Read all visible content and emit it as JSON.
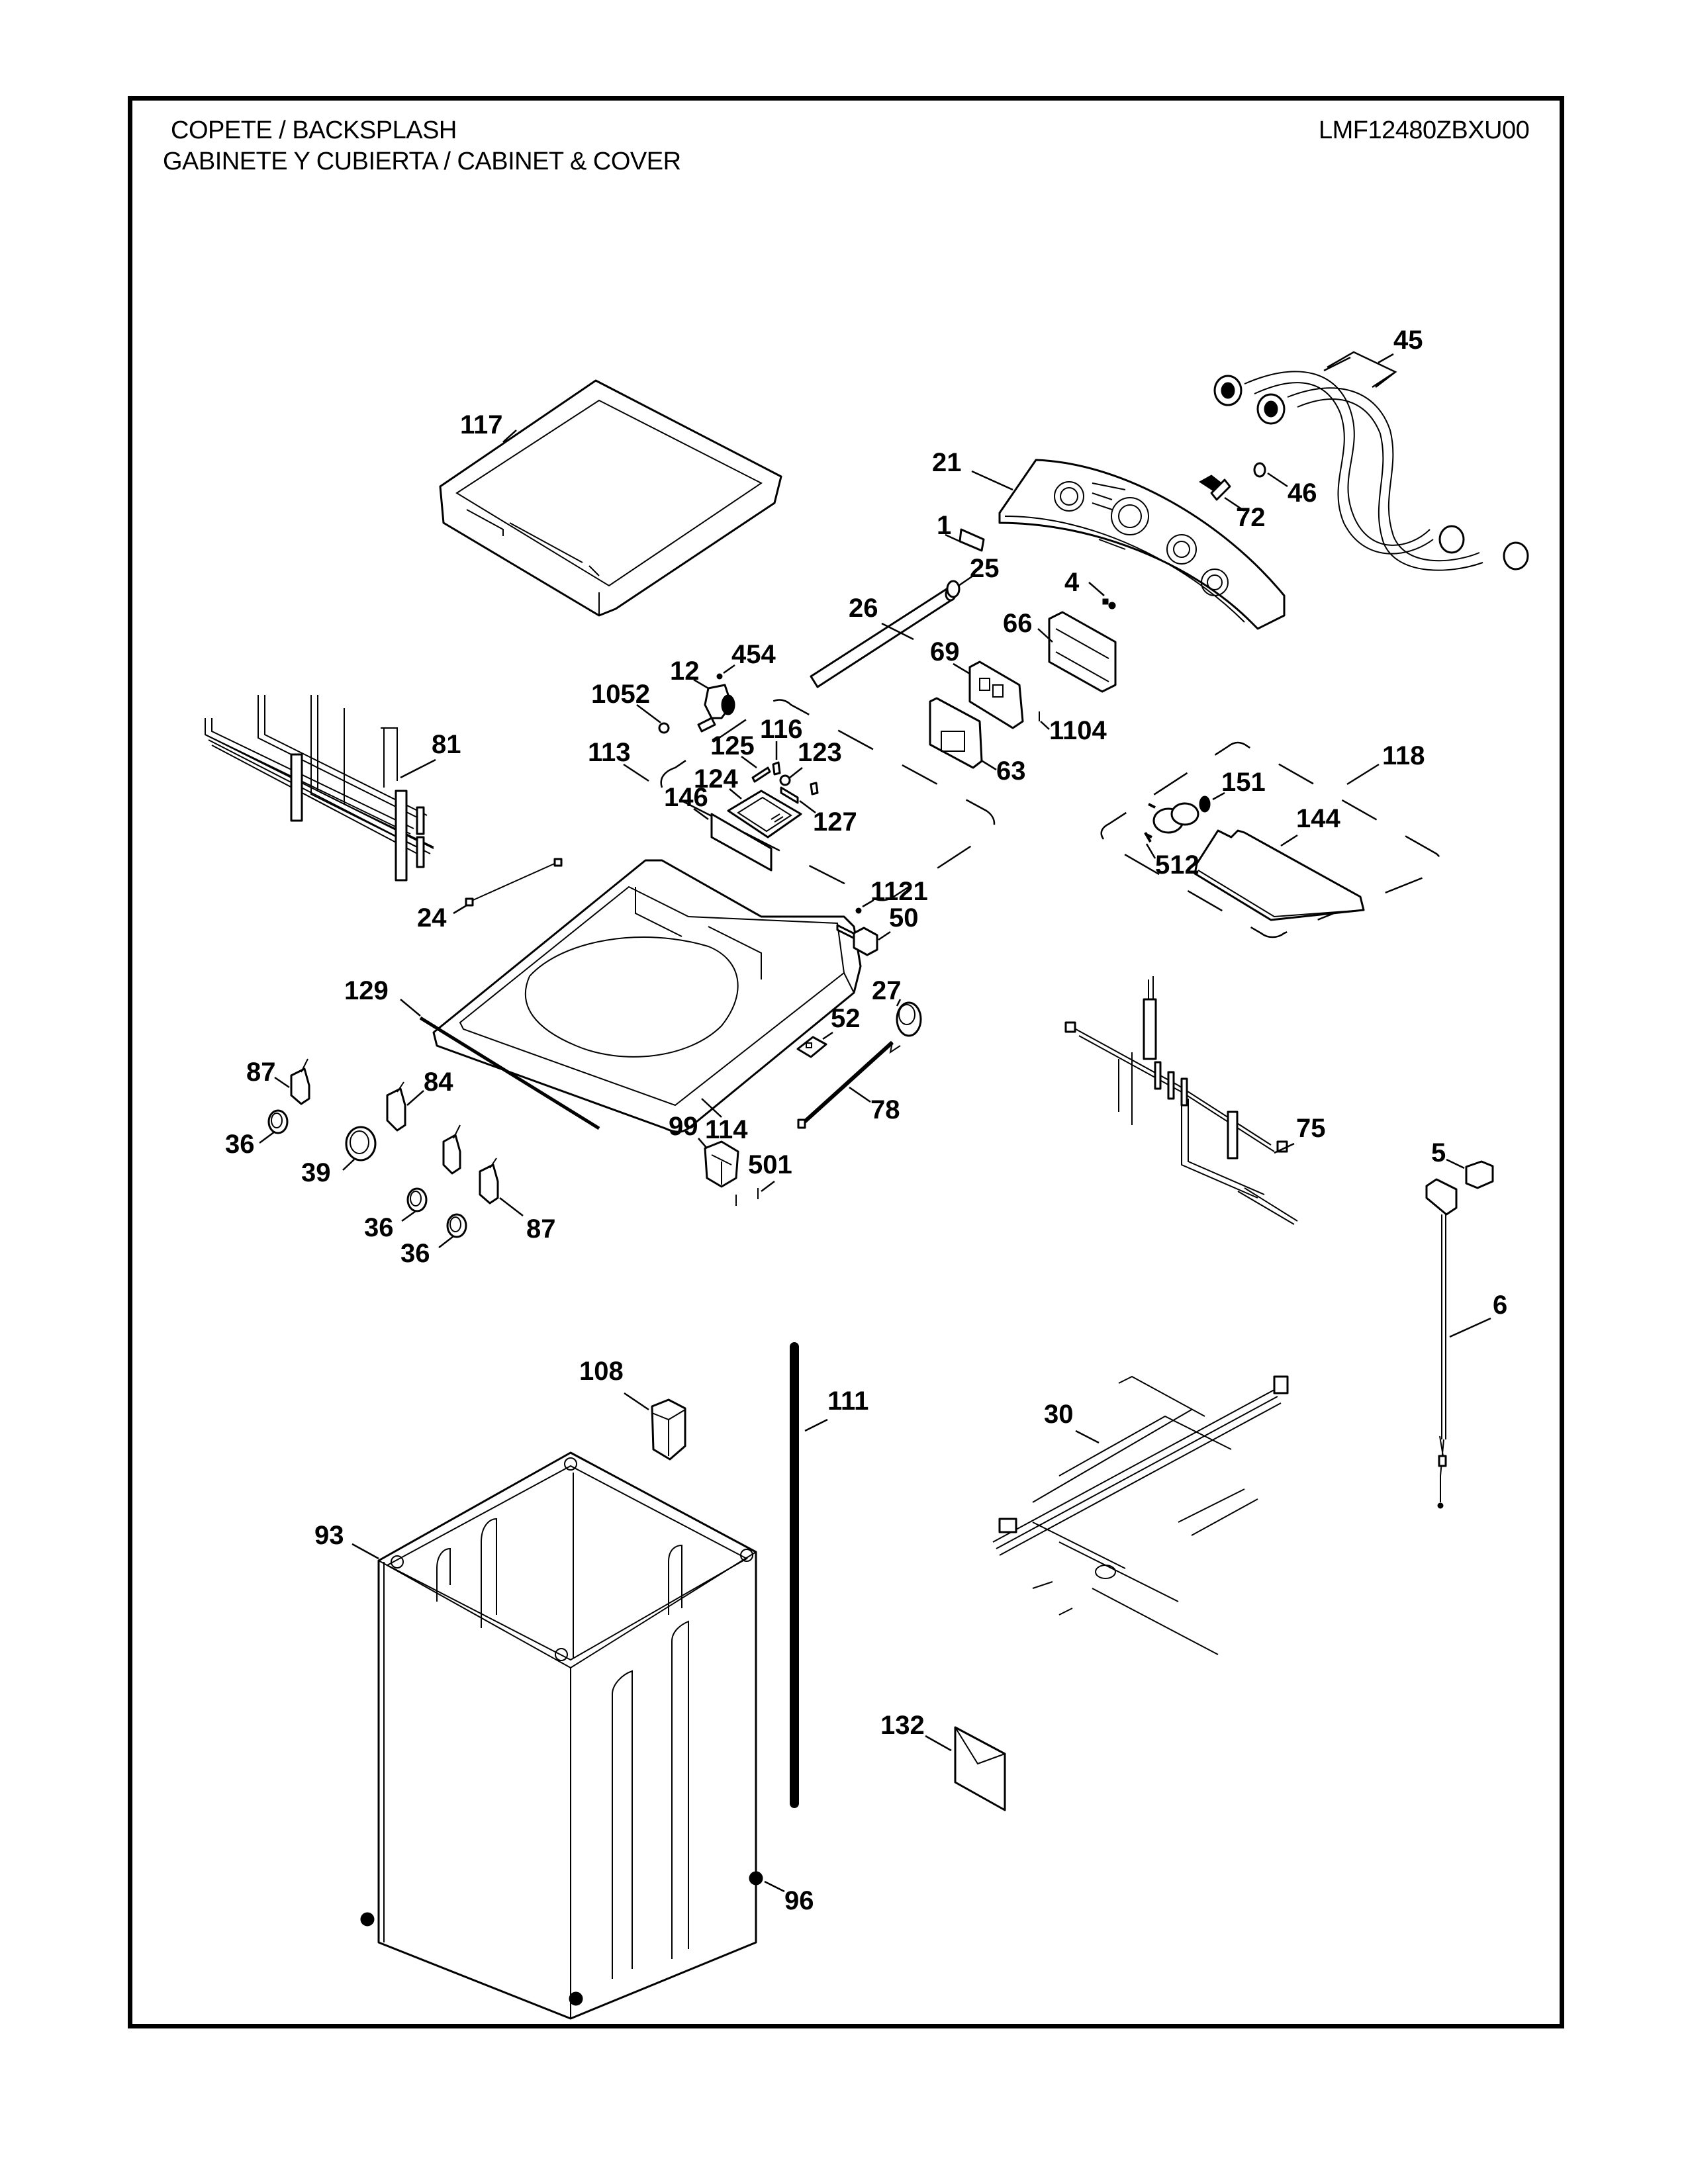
{
  "header": {
    "title_line1": "COPETE / BACKSPLASH",
    "title_line2": "GABINETE Y CUBIERTA / CABINET & COVER",
    "model_number": "LMF12480ZBXU00"
  },
  "parts": [
    {
      "id": "p117",
      "label": "117",
      "name": "top-lid"
    },
    {
      "id": "p45",
      "label": "45",
      "name": "inlet-hoses"
    },
    {
      "id": "p21",
      "label": "21",
      "name": "backsplash-control-panel"
    },
    {
      "id": "p46",
      "label": "46",
      "name": "knob-cap"
    },
    {
      "id": "p72",
      "label": "72",
      "name": "button-set"
    },
    {
      "id": "p1",
      "label": "1",
      "name": "logo-badge"
    },
    {
      "id": "p26",
      "label": "26",
      "name": "hose"
    },
    {
      "id": "p25",
      "label": "25",
      "name": "hose-clamp"
    },
    {
      "id": "p4",
      "label": "4",
      "name": "screws"
    },
    {
      "id": "p12",
      "label": "12",
      "name": "valve"
    },
    {
      "id": "p454",
      "label": "454",
      "name": "screw"
    },
    {
      "id": "p66",
      "label": "66",
      "name": "bracket"
    },
    {
      "id": "p69",
      "label": "69",
      "name": "pcb-assembly"
    },
    {
      "id": "p1052",
      "label": "1052",
      "name": "clip"
    },
    {
      "id": "p1104",
      "label": "1104",
      "name": "screw"
    },
    {
      "id": "p81",
      "label": "81",
      "name": "wire-harness"
    },
    {
      "id": "p113",
      "label": "113",
      "name": "dispenser-assembly"
    },
    {
      "id": "p125",
      "label": "125",
      "name": "spring"
    },
    {
      "id": "p116",
      "label": "116",
      "name": "clip"
    },
    {
      "id": "p123",
      "label": "123",
      "name": "cap"
    },
    {
      "id": "p63",
      "label": "63",
      "name": "pcb-cover"
    },
    {
      "id": "p124",
      "label": "124",
      "name": "dispenser-drawer"
    },
    {
      "id": "p146",
      "label": "146",
      "name": "drawer-panel"
    },
    {
      "id": "p127",
      "label": "127",
      "name": "lever"
    },
    {
      "id": "p118",
      "label": "118",
      "name": "valve-assembly"
    },
    {
      "id": "p151",
      "label": "151",
      "name": "inlet-valve"
    },
    {
      "id": "p144",
      "label": "144",
      "name": "valve-bracket"
    },
    {
      "id": "p512",
      "label": "512",
      "name": "screws"
    },
    {
      "id": "p24",
      "label": "24",
      "name": "wire"
    },
    {
      "id": "p1121",
      "label": "1121",
      "name": "screw"
    },
    {
      "id": "p50",
      "label": "50",
      "name": "lid-switch"
    },
    {
      "id": "p129",
      "label": "129",
      "name": "seal-strip"
    },
    {
      "id": "p27",
      "label": "27",
      "name": "pressure-switch"
    },
    {
      "id": "p52",
      "label": "52",
      "name": "lock-plate"
    },
    {
      "id": "p87",
      "label": "87",
      "name": "potentiometer"
    },
    {
      "id": "p84",
      "label": "84",
      "name": "selector-switch"
    },
    {
      "id": "p114",
      "label": "114",
      "name": "top-cover"
    },
    {
      "id": "p78",
      "label": "78",
      "name": "pressure-tube"
    },
    {
      "id": "p75",
      "label": "75",
      "name": "main-harness"
    },
    {
      "id": "p36",
      "label": "36",
      "name": "knob"
    },
    {
      "id": "p99",
      "label": "99",
      "name": "terminal-block"
    },
    {
      "id": "p501",
      "label": "501",
      "name": "screw"
    },
    {
      "id": "p39",
      "label": "39",
      "name": "main-knob"
    },
    {
      "id": "p5",
      "label": "5",
      "name": "plug-adapter"
    },
    {
      "id": "p6",
      "label": "6",
      "name": "power-cord"
    },
    {
      "id": "p108",
      "label": "108",
      "name": "cord-holder"
    },
    {
      "id": "p111",
      "label": "111",
      "name": "drain-hose"
    },
    {
      "id": "p30",
      "label": "30",
      "name": "harness"
    },
    {
      "id": "p93",
      "label": "93",
      "name": "cabinet"
    },
    {
      "id": "p132",
      "label": "132",
      "name": "manual-envelope"
    },
    {
      "id": "p96",
      "label": "96",
      "name": "leveling-foot"
    }
  ],
  "labels": {
    "l117": "117",
    "l45": "45",
    "l21": "21",
    "l46": "46",
    "l72": "72",
    "l1": "1",
    "l26": "26",
    "l25": "25",
    "l4": "4",
    "l12": "12",
    "l454": "454",
    "l66": "66",
    "l69": "69",
    "l1052": "1052",
    "l1104": "1104",
    "l81": "81",
    "l113": "113",
    "l125": "125",
    "l116": "116",
    "l123": "123",
    "l63": "63",
    "l124": "124",
    "l146": "146",
    "l127": "127",
    "l118": "118",
    "l151": "151",
    "l144": "144",
    "l512": "512",
    "l24": "24",
    "l1121": "1121",
    "l50": "50",
    "l129": "129",
    "l27": "27",
    "l52": "52",
    "l87a": "87",
    "l84": "84",
    "l114": "114",
    "l78": "78",
    "l75": "75",
    "l36a": "36",
    "l99": "99",
    "l501": "501",
    "l39": "39",
    "l36b": "36",
    "l87b": "87",
    "l36c": "36",
    "l5": "5",
    "l6": "6",
    "l108": "108",
    "l111": "111",
    "l30": "30",
    "l93": "93",
    "l132": "132",
    "l96": "96"
  }
}
